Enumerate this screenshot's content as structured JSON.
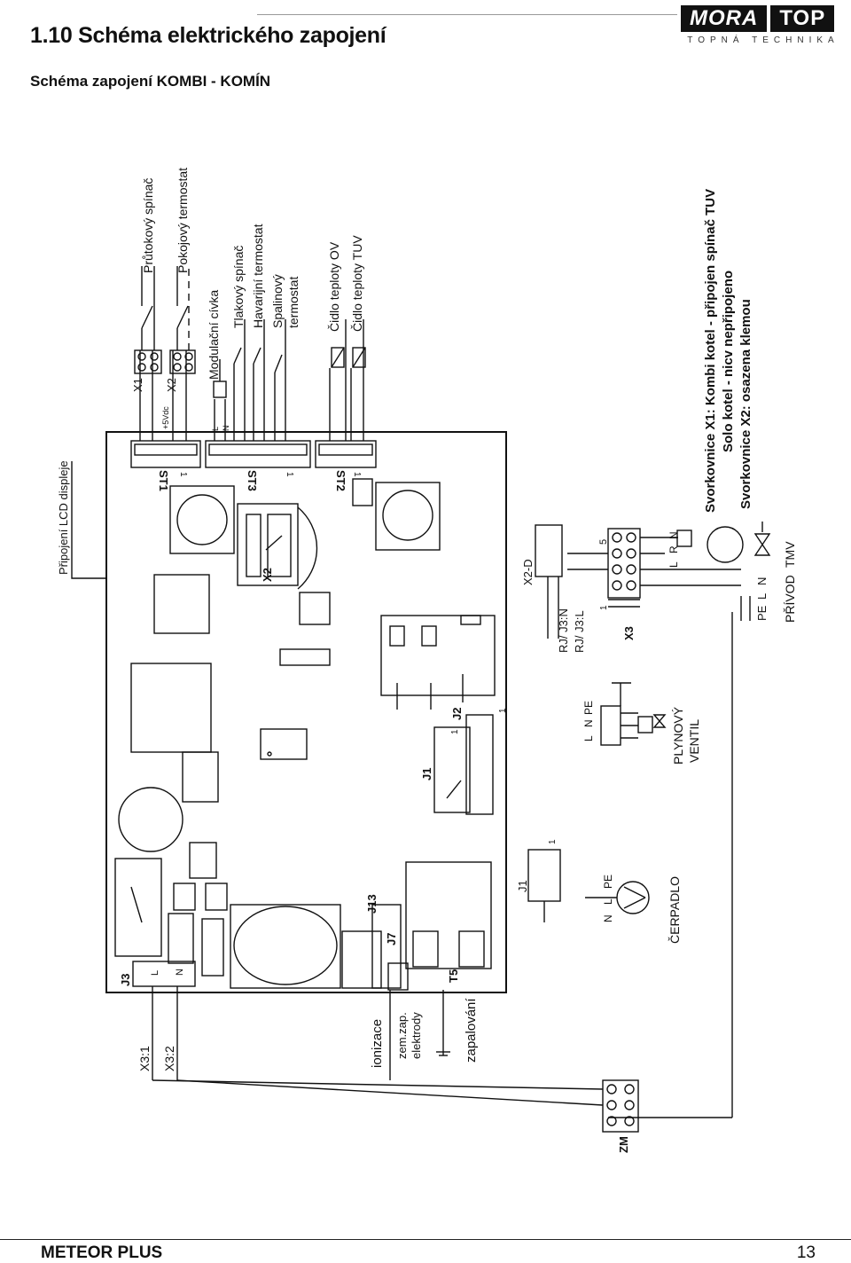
{
  "header": {
    "title": "1.10 Schéma elektrického zapojení",
    "subtitle": "Schéma zapojení KOMBI - KOMÍN",
    "logo_left": "MORA",
    "logo_right": "TOP",
    "logo_tagline": "TOPNÁ TECHNIKA"
  },
  "diagram": {
    "lcd": "Připojení LCD displeje",
    "sensors_top": [
      "Průtokový spínač",
      "Pokojový termostat"
    ],
    "coil": "Modulační cívka",
    "switches": [
      "Tlakový spínač",
      "Havarijní termostat",
      "Spalinový",
      "termostat"
    ],
    "temp_sensors": [
      "Čidlo teploty OV",
      "Čidlo teploty TUV"
    ],
    "connectors": {
      "x1": "X1",
      "x2": "X2",
      "vdc": "+5Vdc",
      "st1": "ST1",
      "st3": "ST3",
      "st2": "ST2",
      "x2_board": "X2",
      "x2d": "X2-D",
      "rj_n": "RJ/ J3:N",
      "rj_l": "RJ/ J3:L",
      "x3": "X3",
      "j3": "J3",
      "j13": "J13",
      "j7": "J7",
      "j1a": "J1",
      "j2": "J2",
      "j1b": "J1",
      "t5": "T5",
      "zm": "ZM",
      "one": "1",
      "five": "5"
    },
    "coil_pins": [
      "L",
      "N"
    ],
    "left_labels": [
      "X3:1",
      "X3:2",
      "ionizace",
      "zem.zap.",
      "elektrody",
      "zapalování"
    ],
    "pump": "ČERPADLO",
    "pump_pins": [
      "N",
      "L",
      "PE"
    ],
    "valve": [
      "PLYNOVÝ",
      "VENTIL"
    ],
    "valve_pins": [
      "L",
      "N",
      "PE"
    ],
    "supply": "PŘÍVOD",
    "tmv": "TMV",
    "supply_pins": [
      "PE",
      "L",
      "N"
    ],
    "lrn_pins": [
      "L",
      "R",
      "N"
    ],
    "j3_pins": [
      "L",
      "N"
    ],
    "notes": [
      "Svorkovnice X1: Kombi kotel - připojen spínač TUV",
      "Solo kotel - nicv nepřipojeno",
      "Svorkovnice X2: osazena klemou"
    ]
  },
  "footer": {
    "model": "METEOR PLUS",
    "page": "13"
  }
}
